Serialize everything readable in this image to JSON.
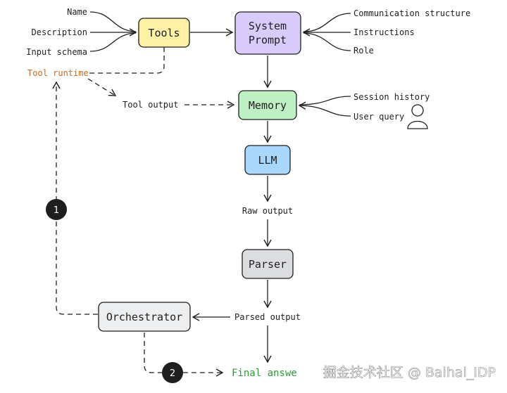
{
  "nodes": {
    "tools": {
      "label": "Tools",
      "fill": "#fdf1a6"
    },
    "system_prompt": {
      "line1": "System",
      "line2": "Prompt",
      "fill": "#d9ccfb"
    },
    "memory": {
      "label": "Memory",
      "fill": "#bff0c3"
    },
    "llm": {
      "label": "LLM",
      "fill": "#a9d6fb"
    },
    "parser": {
      "label": "Parser",
      "fill": "#dcdde1"
    },
    "orchestrator": {
      "label": "Orchestrator",
      "fill": "#eceef0"
    }
  },
  "tool_inputs": [
    "Name",
    "Description",
    "Input schema"
  ],
  "prompt_inputs": [
    "Communication structure",
    "Instructions",
    "Role"
  ],
  "memory_inputs": [
    "Session history",
    "User query"
  ],
  "labels": {
    "tool_runtime": "Tool runtime",
    "tool_output": "Tool output",
    "raw_output": "Raw output",
    "parsed_output": "Parsed output",
    "final_answer": "Final answe"
  },
  "badges": {
    "one": "1",
    "two": "2"
  },
  "watermark": "掘金技术社区 @ Baihai_IDP",
  "colors": {
    "tool_runtime": "#d2691e",
    "final_answer": "#2e9b3a",
    "stroke": "#1f1f1f",
    "badge": "#1e1e1e"
  }
}
